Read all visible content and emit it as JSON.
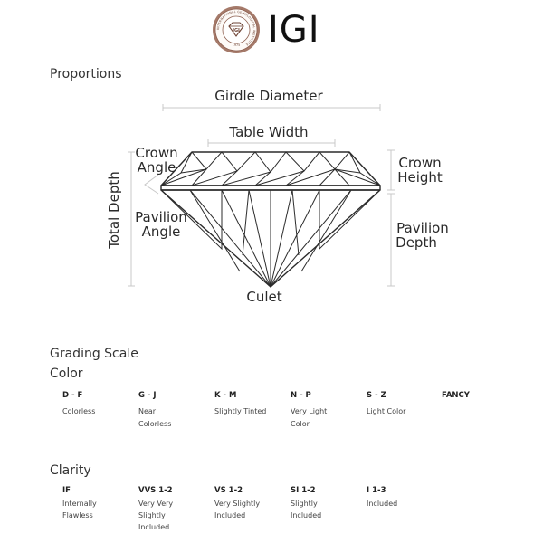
{
  "brand": {
    "name": "IGI",
    "seal_text": "INTERNATIONAL GEMOLOGICAL INSTITUTE",
    "seal_year": "1975",
    "seal_monogram": "IGI"
  },
  "proportions": {
    "title": "Proportions",
    "labels": {
      "girdle_diameter": "Girdle Diameter",
      "table_width": "Table Width",
      "crown_angle_1": "Crown",
      "crown_angle_2": "Angle",
      "crown_height_1": "Crown",
      "crown_height_2": "Height",
      "total_depth": "Total Depth",
      "pavilion_angle_1": "Pavilion",
      "pavilion_angle_2": "Angle",
      "pavilion_depth_1": "Pavilion",
      "pavilion_depth_2": "Depth",
      "culet": "Culet"
    }
  },
  "grading": {
    "title": "Grading Scale",
    "color": {
      "title": "Color",
      "grades": [
        {
          "range": "D - F",
          "desc": "Colorless"
        },
        {
          "range": "G - J",
          "desc": "Near\nColorless"
        },
        {
          "range": "K - M",
          "desc": "Slightly Tinted"
        },
        {
          "range": "N - P",
          "desc": "Very Light\nColor"
        },
        {
          "range": "S - Z",
          "desc": "Light Color"
        },
        {
          "range": "FANCY",
          "desc": ""
        }
      ]
    },
    "clarity": {
      "title": "Clarity",
      "grades": [
        {
          "range": "IF",
          "desc": "Internally\nFlawless"
        },
        {
          "range": "VVS 1-2",
          "desc": "Very Very\nSlightly\nIncluded"
        },
        {
          "range": "VS 1-2",
          "desc": "Very Slightly\nIncluded"
        },
        {
          "range": "SI 1-2",
          "desc": "Slightly\nIncluded"
        },
        {
          "range": "I 1-3",
          "desc": "Included"
        }
      ]
    }
  }
}
